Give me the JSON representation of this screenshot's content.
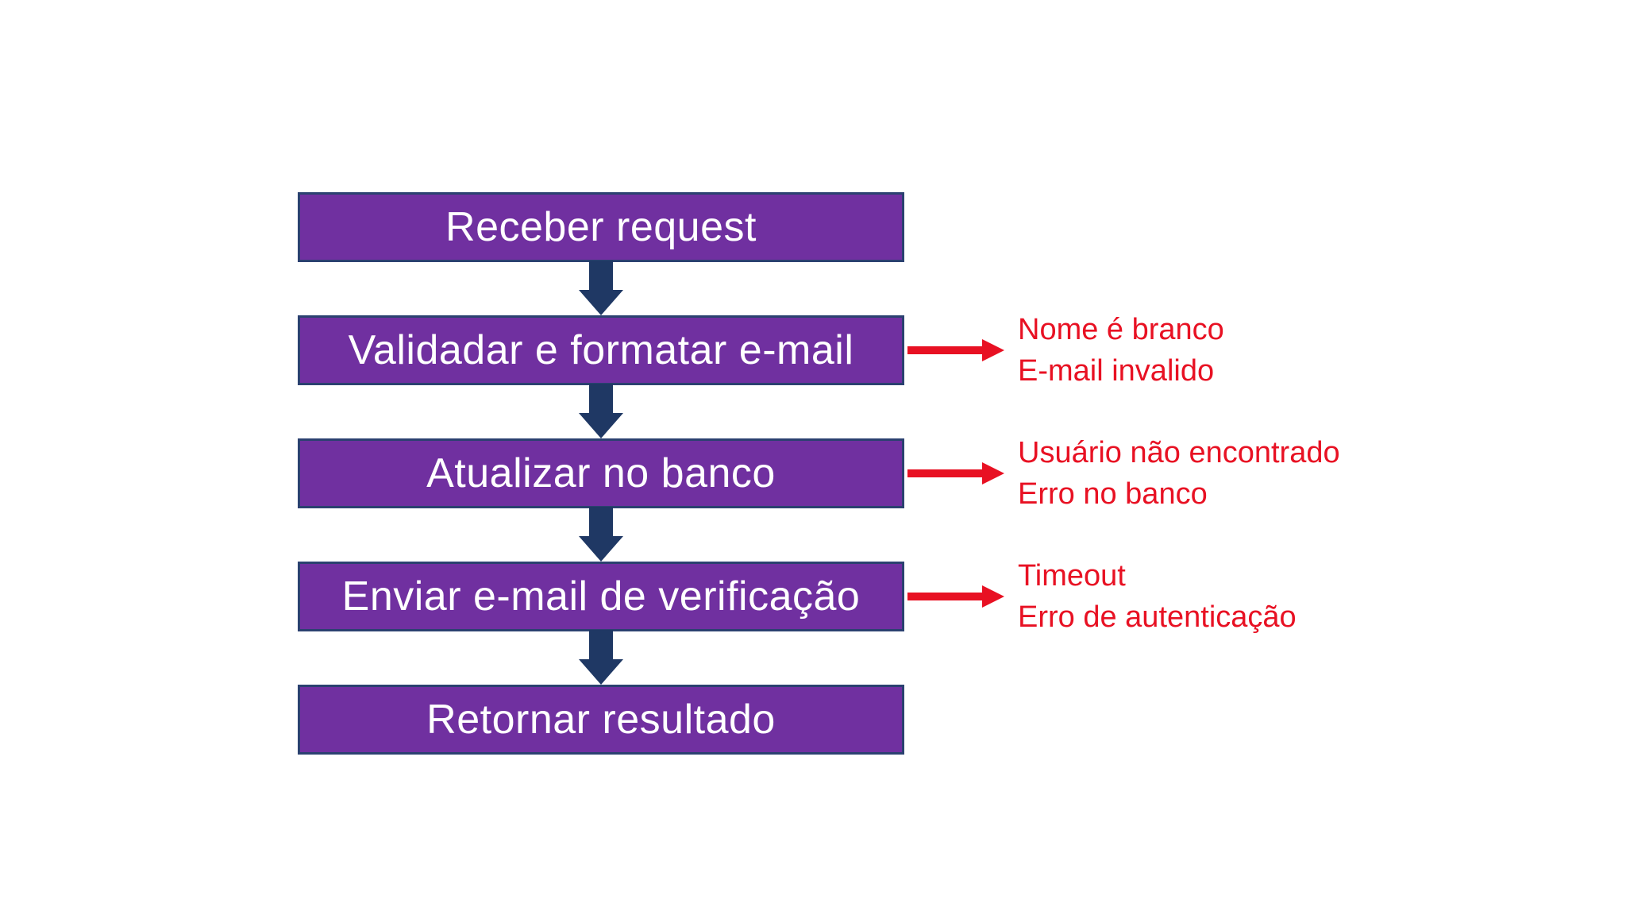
{
  "colors": {
    "background": "#FFFFFF",
    "box_fill": "#7030A0",
    "box_border": "#2B4170",
    "box_text": "#FFFFFF",
    "connector": "#1F3864",
    "error": "#E81123"
  },
  "flow": {
    "steps": [
      {
        "label": "Receber request"
      },
      {
        "label": "Validadar e formatar e-mail"
      },
      {
        "label": "Atualizar no banco"
      },
      {
        "label": "Enviar e-mail de verificação"
      },
      {
        "label": "Retornar resultado"
      }
    ]
  },
  "errors": [
    {
      "lines": [
        "Nome é branco",
        "E-mail invalido"
      ]
    },
    {
      "lines": [
        "Usuário não encontrado",
        "Erro no banco"
      ]
    },
    {
      "lines": [
        "Timeout",
        "Erro de autenticação"
      ]
    }
  ]
}
